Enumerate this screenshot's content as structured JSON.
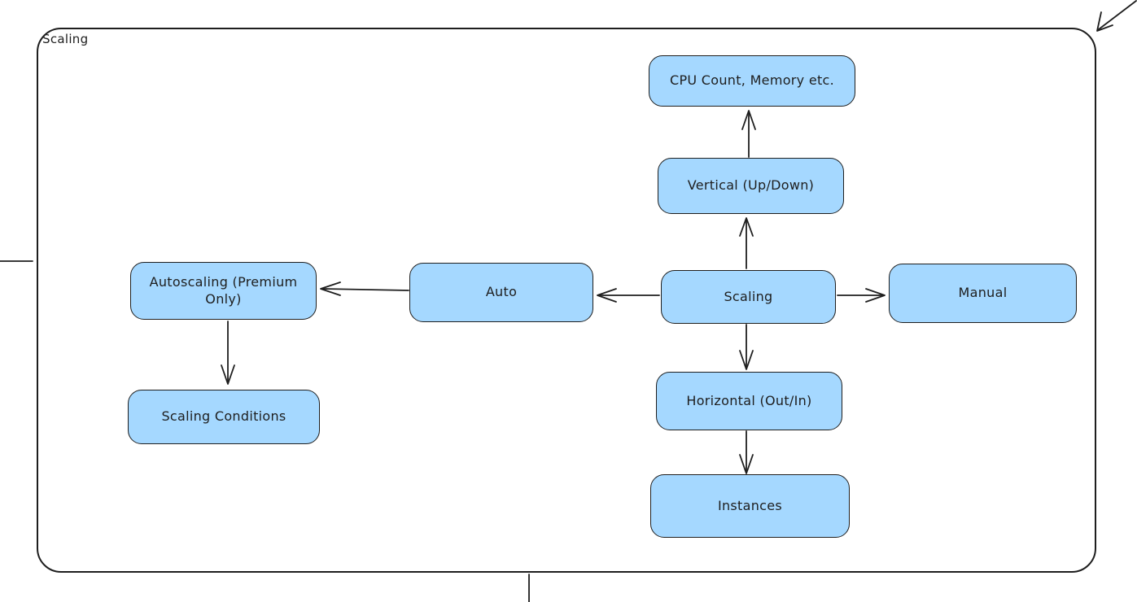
{
  "diagram": {
    "frame_label": "Scaling",
    "nodes": {
      "scaling": {
        "label": "Scaling"
      },
      "vertical": {
        "label": "Vertical (Up/Down)"
      },
      "cpu": {
        "label": "CPU Count, Memory etc."
      },
      "horizontal": {
        "label": "Horizontal (Out/In)"
      },
      "instances": {
        "label": "Instances"
      },
      "manual": {
        "label": "Manual"
      },
      "auto": {
        "label": "Auto"
      },
      "autoscaling": {
        "label": "Autoscaling (Premium Only)"
      },
      "conditions": {
        "label": "Scaling Conditions"
      }
    },
    "edges": [
      {
        "from": "Scaling",
        "to": "Vertical (Up/Down)"
      },
      {
        "from": "Vertical (Up/Down)",
        "to": "CPU Count, Memory etc."
      },
      {
        "from": "Scaling",
        "to": "Horizontal (Out/In)"
      },
      {
        "from": "Horizontal (Out/In)",
        "to": "Instances"
      },
      {
        "from": "Scaling",
        "to": "Manual"
      },
      {
        "from": "Scaling",
        "to": "Auto"
      },
      {
        "from": "Auto",
        "to": "Autoscaling (Premium Only)"
      },
      {
        "from": "Autoscaling (Premium Only)",
        "to": "Scaling Conditions"
      }
    ],
    "colors": {
      "node_fill": "#a5d8ff",
      "stroke": "#1e1e1e",
      "canvas_bg": "#ffffff"
    }
  }
}
